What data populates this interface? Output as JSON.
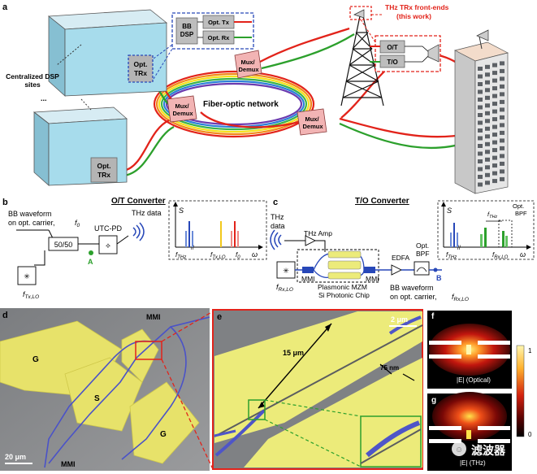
{
  "panel_a": {
    "label": "a",
    "bb_dsp": [
      "BB",
      "DSP"
    ],
    "opt_tx": "Opt. Tx",
    "opt_rx": "Opt. Rx",
    "opt_trx_top": [
      "Opt.",
      "TRx"
    ],
    "opt_trx_bottom": [
      "Opt.",
      "TRx"
    ],
    "dsp_sites": [
      "Centralized DSP",
      "sites"
    ],
    "ellipsis": "...",
    "mux_demux": [
      "Mux/",
      "Demux"
    ],
    "fiber_network": "Fiber-optic network",
    "thz_front_ends": [
      "THz TRx front-ends",
      "(this work)"
    ],
    "ot": "O/T",
    "to": "T/O"
  },
  "panel_b": {
    "label": "b",
    "title": "O/T Converter",
    "bb_waveform": [
      "BB waveform",
      "on opt. carrier,"
    ],
    "f0": "f",
    "f0_sub": "0",
    "splitter": "50/50",
    "utc_pd": "UTC-PD",
    "thz_data": "THz data",
    "point_a": "A",
    "lo_label": "f",
    "lo_sub": "Tx,LO",
    "spectrum": {
      "s": "S",
      "f_thz": "f",
      "f_thz_sub": "THz",
      "f_lo": "f",
      "f_lo_sub": "Tx,LO",
      "f_0": "f",
      "f_0_sub": "0",
      "omega": "ω",
      "double_slash": "//"
    }
  },
  "panel_c": {
    "label": "c",
    "title": "T/O Converter",
    "thz_data": [
      "THz",
      "data"
    ],
    "thz_amp": "THz Amp",
    "mmi": "MMI",
    "edfa": "EDFA",
    "opt_bpf": [
      "Opt.",
      "BPF"
    ],
    "plasmonic_mzm": "Plasmonic MZM",
    "si_chip": "Si Photonic Chip",
    "lo_label": "f",
    "lo_sub": "Rx,LO",
    "point_b": "B",
    "bb_waveform": [
      "BB waveform",
      "on opt. carrier,"
    ],
    "bb_f": "f",
    "bb_f_sub": "Rx,LO",
    "spectrum": {
      "s": "S",
      "f_thz": "f",
      "f_thz_sub": "THz",
      "f_thz_top": "f",
      "f_thz_top_sub": "THz",
      "f_rx": "f",
      "f_rx_sub": "Rx,LO",
      "omega": "ω",
      "opt_bpf": [
        "Opt.",
        "BPF"
      ],
      "double_slash": "//"
    }
  },
  "panel_d": {
    "label": "d",
    "mmi_top": "MMI",
    "mmi_bottom": "MMI",
    "g_top": "G",
    "s": "S",
    "g_bottom": "G",
    "scale": "20 μm"
  },
  "panel_e": {
    "label": "e",
    "dim_15": "15 μm",
    "dim_75": "75 nm",
    "scale": "2 μm"
  },
  "panel_f": {
    "label": "f",
    "caption": "|E| (Optical)",
    "cb_max": "1",
    "cb_min": "0"
  },
  "panel_g": {
    "label": "g",
    "caption": "|E| (THz)"
  },
  "watermark": "滤波器",
  "colors": {
    "red": "#e2231a",
    "green": "#2ca02c",
    "blue": "#2747b8",
    "building": "#a7dcec",
    "mux": "#f2b4b4",
    "gold": "#e9e36a",
    "electrode_gold": "#eceb7a"
  }
}
